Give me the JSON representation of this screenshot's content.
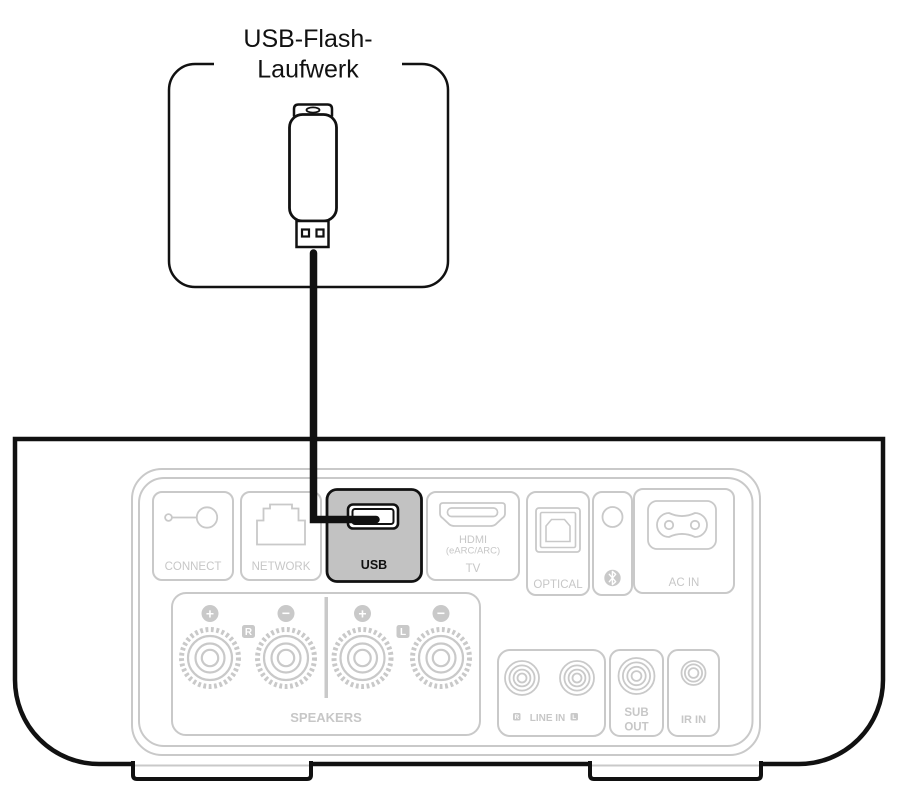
{
  "diagram": {
    "callout": {
      "line1": "USB-Flash-",
      "line2": "Laufwerk"
    },
    "rear_panel": {
      "ports": {
        "connect": {
          "label": "CONNECT"
        },
        "network": {
          "label": "NETWORK"
        },
        "usb": {
          "label": "USB"
        },
        "hdmi": {
          "line1": "HDMI",
          "line2": "(eARC/ARC)",
          "line3": "TV"
        },
        "optical": {
          "label": "OPTICAL"
        },
        "ac_in": {
          "label": "AC IN"
        }
      },
      "speakers": {
        "label": "SPEAKERS",
        "plus": "+",
        "minus": "−",
        "right_badge": "R",
        "left_badge": "L"
      },
      "line_in": {
        "right_badge": "R",
        "label": "LINE IN",
        "left_badge": "L"
      },
      "sub_out": {
        "line1": "SUB",
        "line2": "OUT"
      },
      "ir_in": {
        "label": "IR IN"
      }
    },
    "icons": {
      "flash_drive": "usb-flash-drive-icon",
      "connect": "connect-button-icon",
      "network": "ethernet-port-icon",
      "usb": "usb-port-icon",
      "hdmi": "hdmi-port-icon",
      "optical": "optical-port-icon",
      "bluetooth": "bluetooth-icon",
      "ac_in": "ac-inlet-icon"
    },
    "colors": {
      "ink": "#111111",
      "outline_gray": "#c9c9c9",
      "label_gray": "#c7c7c7",
      "usb_highlight_fill": "#c2c2c2",
      "background": "#ffffff"
    }
  }
}
